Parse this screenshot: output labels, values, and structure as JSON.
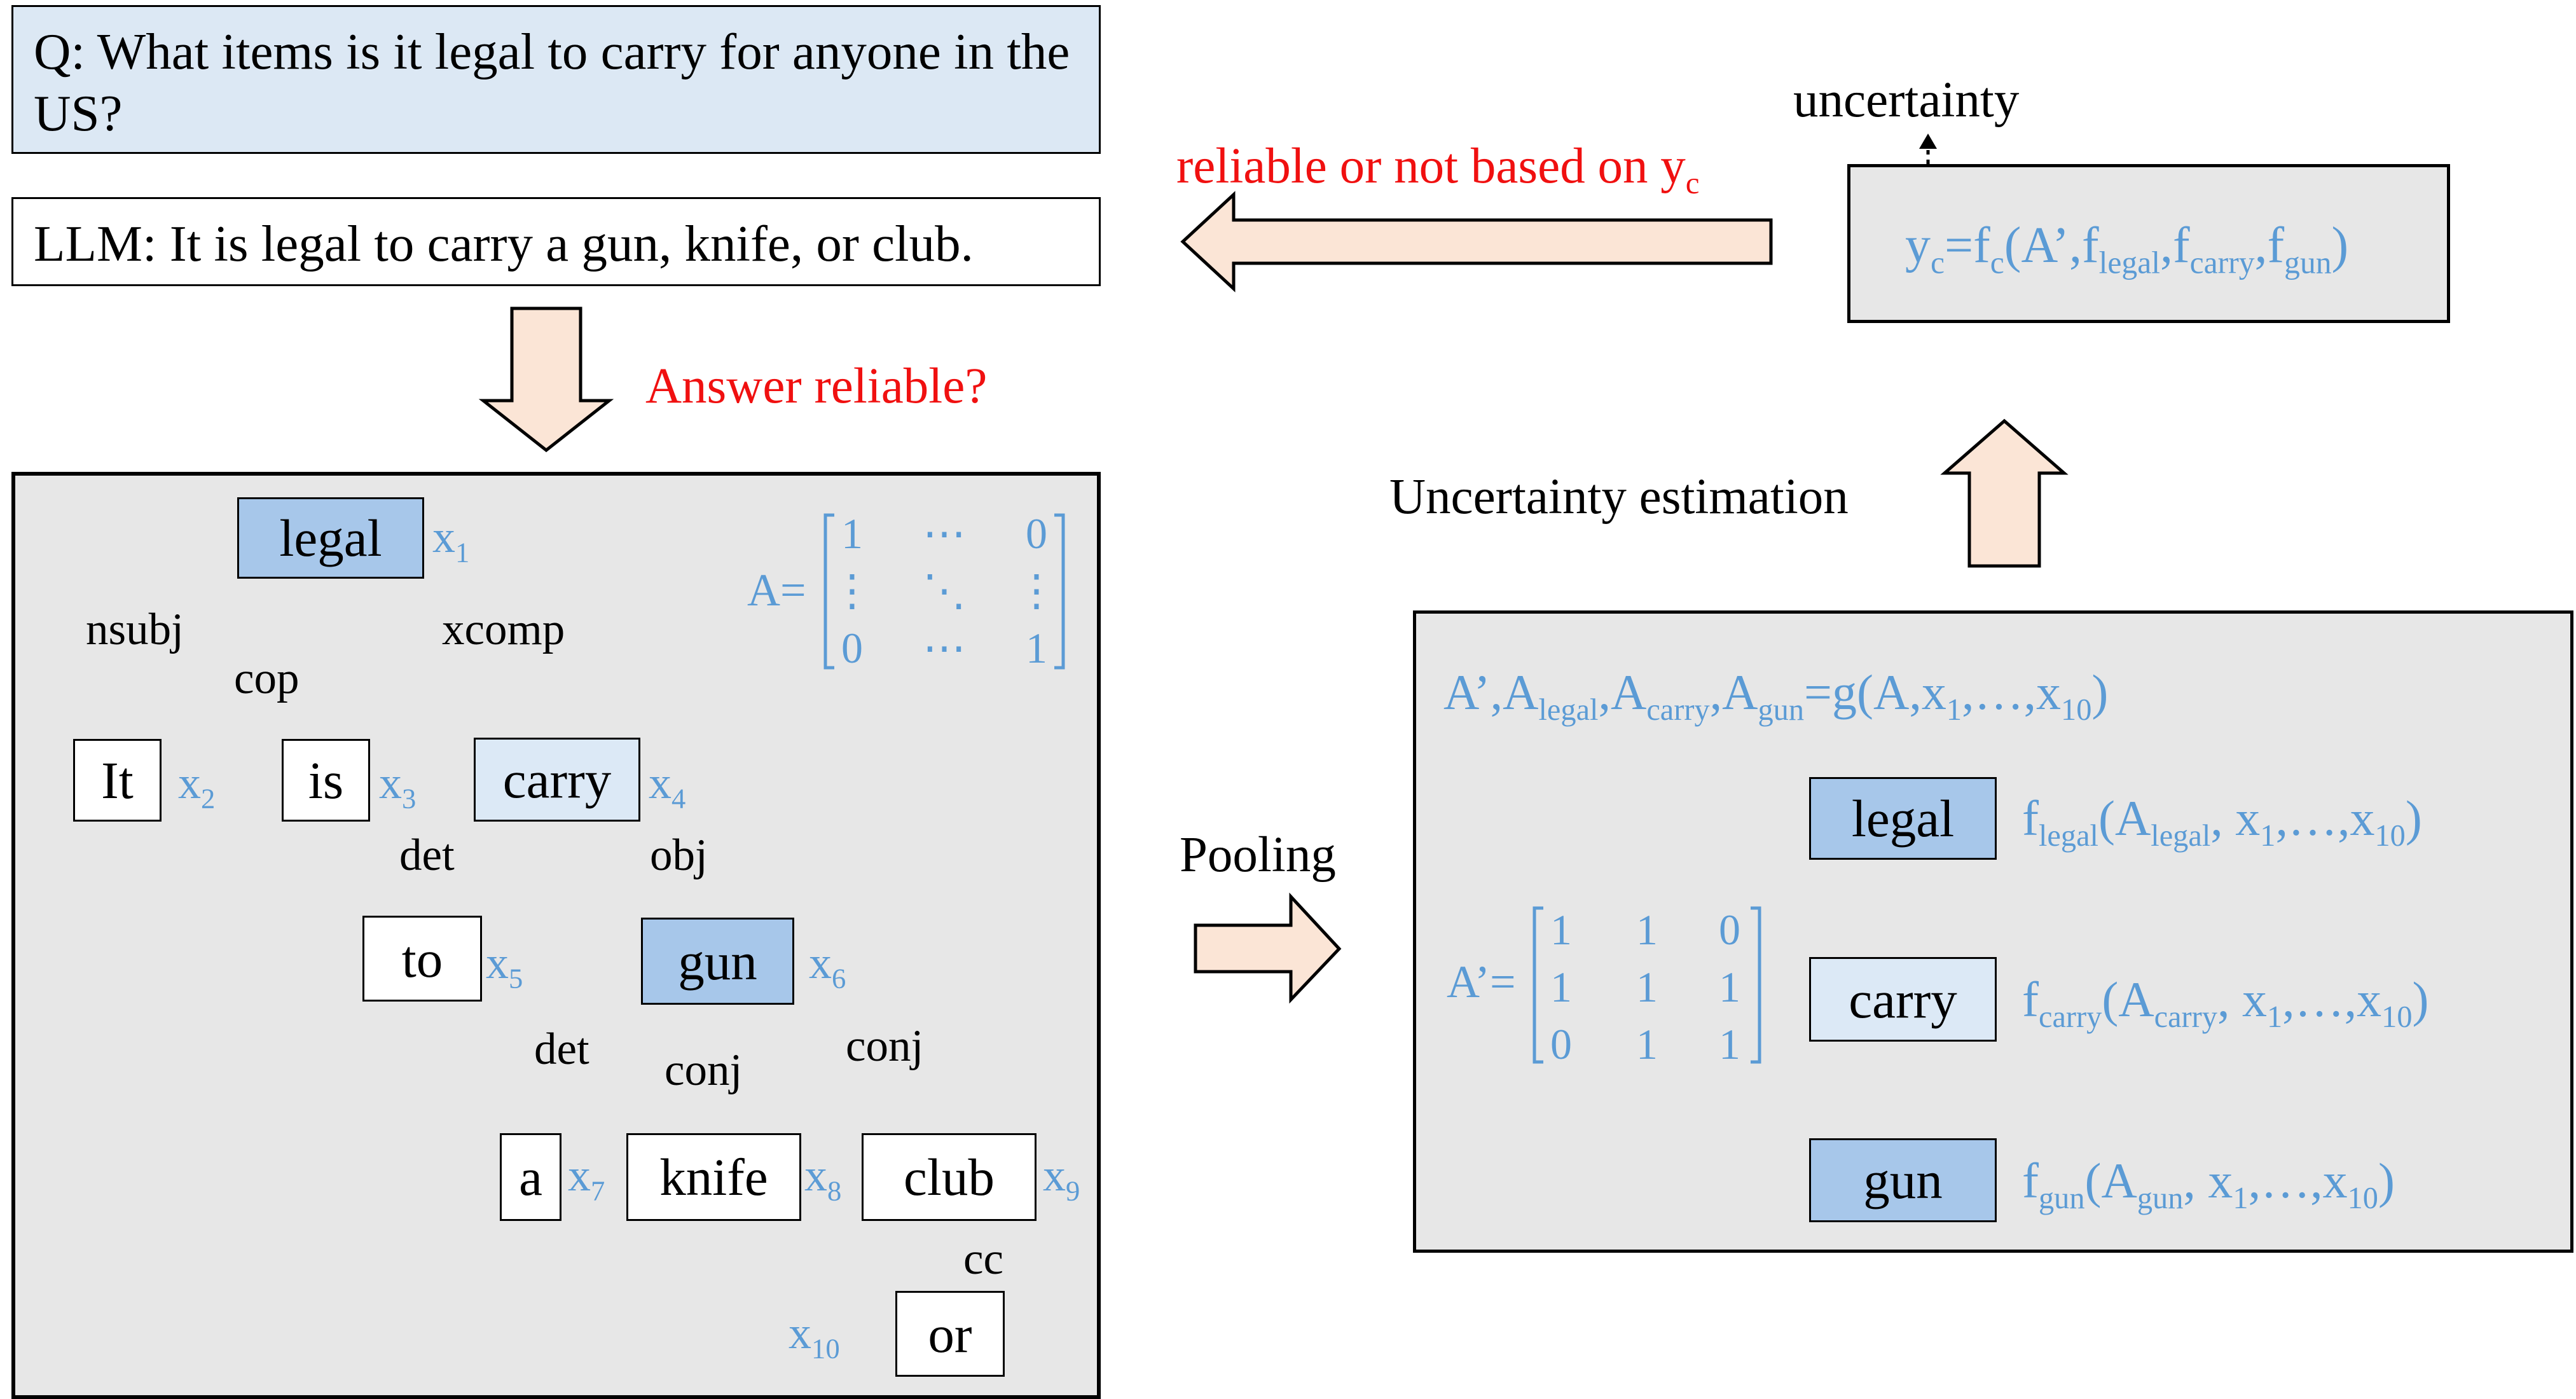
{
  "question": "Q: What items is it legal to carry for anyone in the US?",
  "llm_answer": "LLM: It is legal to carry a gun, knife, or club.",
  "answer_reliable": "Answer reliable?",
  "feedback": {
    "text": "reliable or not based on ",
    "var": "y",
    "sub": "c"
  },
  "uncertainty_label": "uncertainty",
  "uncertainty_estimation_label": "Uncertainty estimation",
  "pooling_label": "Pooling",
  "yc_formula": {
    "y": "y",
    "y_sub": "c",
    "eq": "=f",
    "f_sub": "c",
    "open": "(A’,f",
    "legal": "legal",
    "sep1": ",f",
    "carry": "carry",
    "sep2": ",f",
    "gun": "gun",
    "close": ")"
  },
  "g_formula": {
    "p1": "A’,A",
    "legal": "legal",
    "p2": ",A",
    "carry": "carry",
    "p3": ",A",
    "gun": "gun",
    "p4": "=g(A,x",
    "s1": "1",
    "p5": ",…,x",
    "s10": "10",
    "p6": ")"
  },
  "tree": {
    "nodes": [
      {
        "word": "legal",
        "x_sub": "1"
      },
      {
        "word": "It",
        "x_sub": "2"
      },
      {
        "word": "is",
        "x_sub": "3"
      },
      {
        "word": "carry",
        "x_sub": "4"
      },
      {
        "word": "to",
        "x_sub": "5"
      },
      {
        "word": "gun",
        "x_sub": "6"
      },
      {
        "word": "a",
        "x_sub": "7"
      },
      {
        "word": "knife",
        "x_sub": "8"
      },
      {
        "word": "club",
        "x_sub": "9"
      },
      {
        "word": "or",
        "x_sub": "10"
      }
    ],
    "x_var": "x",
    "edge_labels": {
      "nsubj": "nsubj",
      "cop": "cop",
      "xcomp": "xcomp",
      "det1": "det",
      "obj": "obj",
      "det2": "det",
      "conj1": "conj",
      "conj2": "conj",
      "cc": "cc"
    }
  },
  "matrix_A": {
    "label": "A=",
    "rows": [
      [
        "1",
        "⋯",
        "0"
      ],
      [
        "⋮",
        "⋱",
        "⋮"
      ],
      [
        "0",
        "⋯",
        "1"
      ]
    ]
  },
  "matrix_A_prime": {
    "label": "A’=",
    "rows": [
      [
        "1",
        "1",
        "0"
      ],
      [
        "1",
        "1",
        "1"
      ],
      [
        "0",
        "1",
        "1"
      ]
    ]
  },
  "pooled_nodes": [
    {
      "word": "legal",
      "f": "f",
      "sub": "legal",
      "open": "(A",
      "asub": "legal",
      "mid": ", x",
      "s1": "1",
      "dots": ",…,x",
      "s10": "10",
      "close": ")"
    },
    {
      "word": "carry",
      "f": "f",
      "sub": "carry",
      "open": "(A",
      "asub": "carry",
      "mid": ", x",
      "s1": "1",
      "dots": ",…,x",
      "s10": "10",
      "close": ")"
    },
    {
      "word": "gun",
      "f": "f",
      "sub": "gun",
      "open": "(A",
      "asub": "gun",
      "mid": ", x",
      "s1": "1",
      "dots": ",…,x",
      "s10": "10",
      "close": ")"
    }
  ],
  "colors": {
    "accent_blue": "#5b9bd5",
    "node_dark": "#a7c7ea",
    "node_light": "#dce9f6",
    "question_bg": "#dce8f4",
    "panel_bg": "#e7e7e7",
    "arrow_fill": "#fbe5d6",
    "red": "#f01010"
  }
}
